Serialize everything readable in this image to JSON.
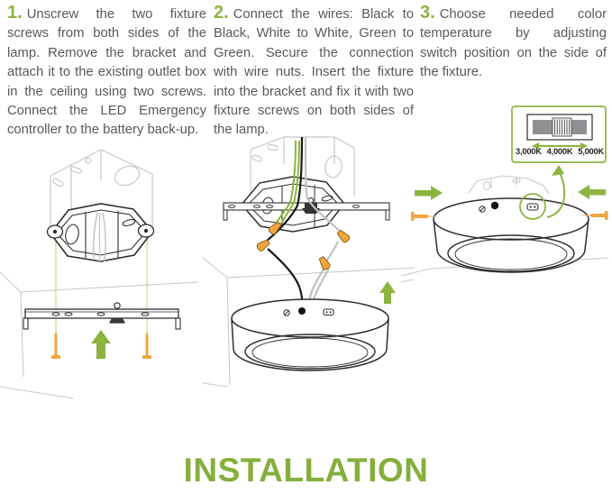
{
  "page": {
    "title": "INSTALLATION",
    "background": "#ffffff"
  },
  "colors": {
    "accent_green": "#8CB440",
    "title_green": "#85AF3C",
    "screw_orange": "#EDA63F",
    "wire_nut_orange": "#F0A63C",
    "body_text_gray": "#58595B",
    "line_art_dark": "#2e2e2e",
    "line_art_light": "#c7c8ca"
  },
  "steps": [
    {
      "number": "1.",
      "text": "Unscrew the two fixture screws from both sides of the lamp. Remove the bracket and attach it to the existing outlet box in the ceiling using two screws. Connect the LED Emergency controller to the battery back-up."
    },
    {
      "number": "2.",
      "text": "Connect the wires: Black to Black, White to White, Green to Green. Secure the connection with wire nuts. Insert the fixture into the bracket and fix it with two fixture screws on both sides of the lamp."
    },
    {
      "number": "3.",
      "text": "Choose needed color temperature by adjusting switch position on the side of the fixture."
    }
  ],
  "color_temperature_switch": {
    "labels": [
      "3,000K",
      "4,000K",
      "5,000K"
    ]
  }
}
